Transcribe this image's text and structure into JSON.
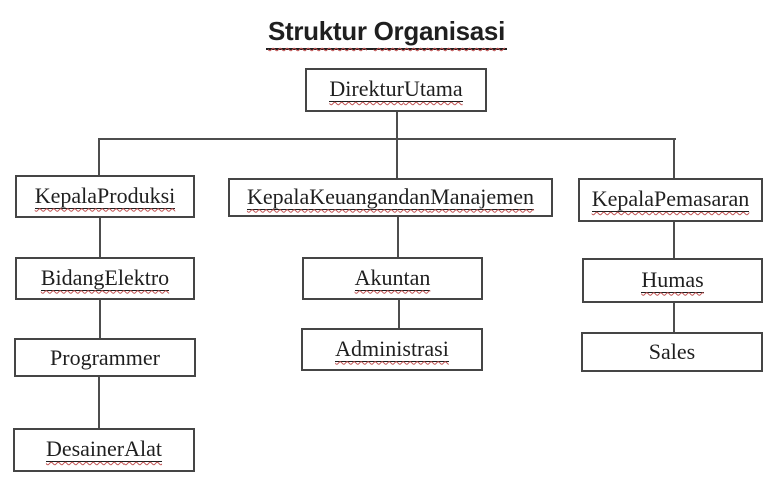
{
  "title": {
    "label": "Struktur Organisasi",
    "spellcheck_wavy": true,
    "underlined": true
  },
  "colors": {
    "box_border": "#454545",
    "connector": "#4d4d4d",
    "text": "#1f1f1f",
    "spellcheck_red": "#c05050",
    "underline": "#1f1f1f",
    "background": "#ffffff"
  },
  "nodes": {
    "direktur_utama": {
      "label": "Direktur Utama",
      "spellcheck_wavy": true
    },
    "kepala_produksi": {
      "label": "Kepala Produksi",
      "spellcheck_wavy": true
    },
    "kepala_keuangan": {
      "label": "Kepala Keuangan dan Manajemen",
      "spellcheck_wavy": true
    },
    "kepala_pemasaran": {
      "label": "Kepala Pemasaran",
      "spellcheck_wavy": true
    },
    "bidang_elektro": {
      "label": "Bidang Elektro",
      "spellcheck_wavy": true
    },
    "programmer": {
      "label": "Programmer",
      "spellcheck_wavy": false
    },
    "desainer_alat": {
      "label": "Desainer Alat",
      "spellcheck_wavy": true
    },
    "akuntan": {
      "label": "Akuntan",
      "spellcheck_wavy": true
    },
    "administrasi": {
      "label": "Administrasi",
      "spellcheck_wavy": true
    },
    "humas": {
      "label": "Humas",
      "spellcheck_wavy": true
    },
    "sales": {
      "label": "Sales",
      "spellcheck_wavy": false
    }
  },
  "hierarchy": {
    "root": "Direktur Utama",
    "edges": [
      [
        "Direktur Utama",
        "Kepala Produksi"
      ],
      [
        "Direktur Utama",
        "Kepala Keuangan dan Manajemen"
      ],
      [
        "Direktur Utama",
        "Kepala Pemasaran"
      ],
      [
        "Kepala Produksi",
        "Bidang Elektro"
      ],
      [
        "Bidang Elektro",
        "Programmer"
      ],
      [
        "Programmer",
        "Desainer Alat"
      ],
      [
        "Kepala Keuangan dan Manajemen",
        "Akuntan"
      ],
      [
        "Akuntan",
        "Administrasi"
      ],
      [
        "Kepala Pemasaran",
        "Humas"
      ],
      [
        "Humas",
        "Sales"
      ]
    ]
  }
}
